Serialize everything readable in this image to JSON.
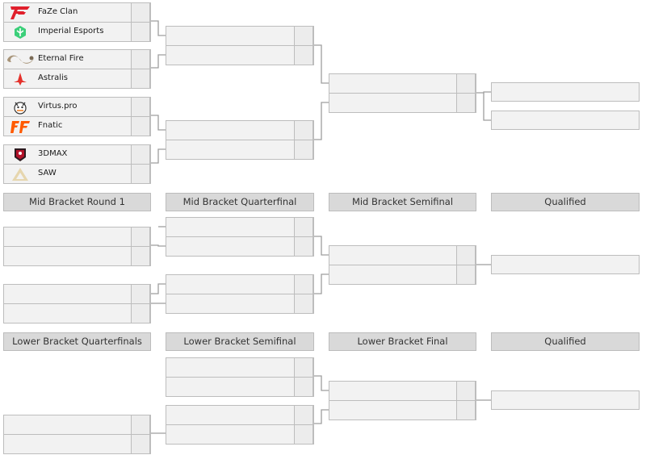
{
  "section_headers": {
    "mid": [
      "Mid Bracket Round 1",
      "Mid Bracket Quarterfinal",
      "Mid Bracket Semifinal",
      "Qualified"
    ],
    "lower": [
      "Lower Bracket Quarterfinals",
      "Lower Bracket Semifinal",
      "Lower Bracket Final",
      "Qualified"
    ]
  },
  "upper_round1": [
    {
      "team_a": {
        "name": "FaZe Clan",
        "logo": "faze-logo"
      },
      "team_b": {
        "name": "Imperial Esports",
        "logo": "imperial-logo"
      }
    },
    {
      "team_a": {
        "name": "Eternal Fire",
        "logo": "eternal-fire-logo"
      },
      "team_b": {
        "name": "Astralis",
        "logo": "astralis-logo"
      }
    },
    {
      "team_a": {
        "name": "Virtus.pro",
        "logo": "virtus-pro-logo"
      },
      "team_b": {
        "name": "Fnatic",
        "logo": "fnatic-logo"
      }
    },
    {
      "team_a": {
        "name": "3DMAX",
        "logo": "3dmax-logo"
      },
      "team_b": {
        "name": "SAW",
        "logo": "saw-logo"
      }
    }
  ],
  "colors": {
    "slot_bg": "#f2f2f2",
    "slot_border": "#bdbdbd",
    "header_bg": "#d9d9d9",
    "connector": "#9e9e9e",
    "faze_red": "#e0202c",
    "imperial_green": "#3ccf7a",
    "astralis_red": "#e4312b",
    "fnatic_orange": "#ff5a00",
    "saw_gold": "#d8c59a"
  }
}
